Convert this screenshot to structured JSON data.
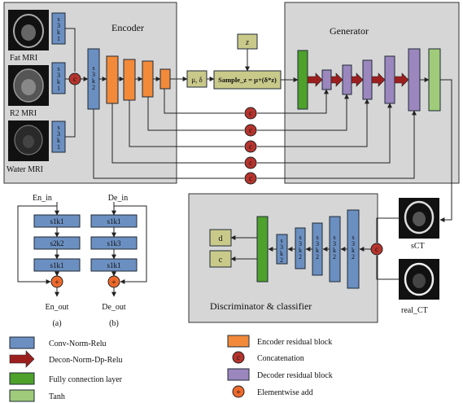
{
  "encoder": {
    "title": "Encoder",
    "inputs": [
      "Fat MRI",
      "R2 MRI",
      "Water MRI"
    ],
    "conv_label": [
      "s",
      "3",
      "k",
      "1"
    ],
    "conv2_label": [
      "s",
      "3",
      "k",
      "2"
    ],
    "mu_delta": "μ, δ"
  },
  "sampler": {
    "z": "z",
    "formula": "Sample_z = μ+(δ*z)"
  },
  "generator": {
    "title": "Generator"
  },
  "concat_symbol": "c",
  "add_symbol": "+",
  "disc": {
    "title": "Discriminator & classifier",
    "outputs": [
      "d",
      "c"
    ],
    "conv_label": [
      "s",
      "3",
      "k",
      "2"
    ],
    "sct": "sCT",
    "real_ct": "real_CT"
  },
  "blocks": {
    "en_in": "En_in",
    "en_layers": [
      "s1k1",
      "s2k2",
      "s1k1"
    ],
    "en_out": "En_out",
    "en_caption": "(a)",
    "de_in": "De_in",
    "de_layers": [
      "s1k1",
      "s1k3",
      "s1k1"
    ],
    "de_out": "De_out",
    "de_caption": "(b)"
  },
  "legend": {
    "conv": "Conv-Norm-Relu",
    "decon": "Decon-Norm-Dp-Relu",
    "fc": "Fully connection layer",
    "tanh": "Tanh",
    "enc_res": "Encoder residual block",
    "concat": "Concatenation",
    "dec_res": "Decoder residual block",
    "add": "Elementwise add"
  },
  "colors": {
    "conv": "#6b8fc0",
    "enc_res": "#f28a3a",
    "dec_res": "#9b86bd",
    "fc": "#4ea12b",
    "tanh": "#9fcb7a",
    "decon": "#9c1f1f",
    "concat": "#b5342d",
    "add": "#ee6a2c",
    "panel": "#d6d6d6",
    "mu": "#c9c98a"
  }
}
